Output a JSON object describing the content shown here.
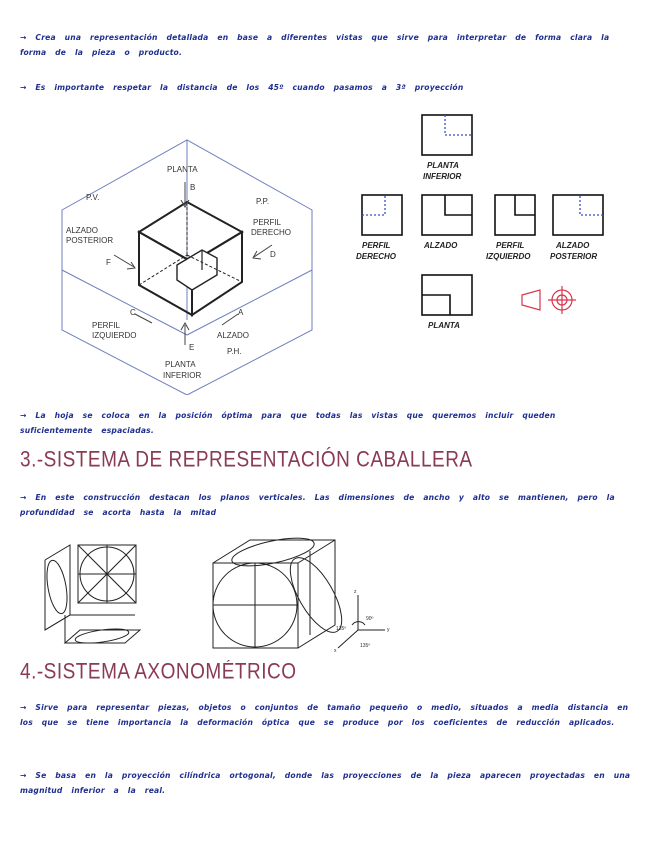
{
  "notes": [
    "Crea una representación detallada en base a diferentes vistas que sirve para interpretar de forma clara la forma de la pieza o producto.",
    "Es importante respetar la distancia de los 45º cuando pasamos a 3ª proyección",
    "La hoja se coloca en la posición óptima para que todas las vistas que queremos incluir queden suficientemente espaciadas.",
    "En este construcción destacan los planos verticales. Las dimensiones de ancho y alto se mantienen, pero la profundidad se acorta hasta la mitad",
    "Sirve para representar piezas, objetos o conjuntos de tamaño pequeño o medio, situados a media distancia en los que se tiene importancia la deformación óptica que se produce por los coeficientes de reducción aplicados.",
    "Se basa en la proyección cilíndrica ortogonal, donde las proyecciones de la pieza aparecen proyectadas en una magnitud inferior a la real."
  ],
  "headings": {
    "caballera": "3.-SISTEMA DE REPRESENTACIÓN CABALLERA",
    "axonometrico": "4.-SISTEMA AXONOMÉTRICO"
  },
  "figure_projection": {
    "planes": {
      "pv": "P.V.",
      "pp": "P.P.",
      "ph": "P.H."
    },
    "arrows": {
      "planta": "PLANTA",
      "b": "B",
      "alzado_posterior_1": "ALZADO",
      "alzado_posterior_2": "POSTERIOR",
      "f": "F",
      "perfil_derecho_1": "PERFIL",
      "perfil_derecho_2": "DERECHO",
      "d": "D",
      "perfil_izquierdo_1": "PERFIL",
      "perfil_izquierdo_2": "IZQUIERDO",
      "c": "C",
      "alzado": "ALZADO",
      "a": "A",
      "planta_inferior_1": "PLANTA",
      "planta_inferior_2": "INFERIOR",
      "e": "E"
    }
  },
  "figure_views": {
    "planta_inferior_1": "PLANTA",
    "planta_inferior_2": "INFERIOR",
    "perfil_derecho_1": "PERFIL",
    "perfil_derecho_2": "DERECHO",
    "alzado": "ALZADO",
    "perfil_izquierdo_1": "PERFIL",
    "perfil_izquierdo_2": "IZQUIERDO",
    "alzado_posterior_1": "ALZADO",
    "alzado_posterior_2": "POSTERIOR",
    "planta": "PLANTA"
  },
  "figure_axes": {
    "z": "z",
    "x": "x",
    "y": "y",
    "angle_1": "135º",
    "angle_2": "90º",
    "angle_3": "135º"
  },
  "colors": {
    "ink": "#1f2f8f",
    "heading": "#8a3a52",
    "symbol": "#d9344a",
    "dash": "#3b4fc4"
  }
}
